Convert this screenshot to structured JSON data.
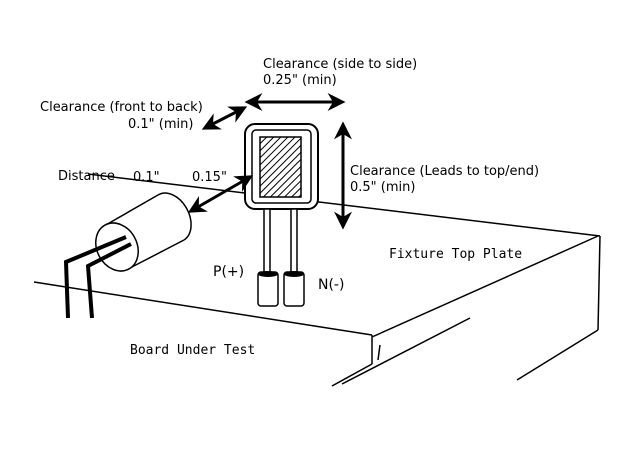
{
  "labels": {
    "clearance_side": "Clearance (side to side)",
    "clearance_side_value": "0.25\" (min)",
    "clearance_front": "Clearance (front to back)",
    "clearance_front_value": "0.1\" (min)",
    "clearance_leads": "Clearance (Leads to top/end)",
    "clearance_leads_value": "0.5\" (min)",
    "distance": "Distance",
    "distance_value_1": "0.1\"",
    "distance_value_2": "0.15\"",
    "positive_lead": "P(+)",
    "negative_lead": "N(-)",
    "fixture_top_plate": "Fixture Top Plate",
    "board_under_test": "Board Under Test"
  },
  "colors": {
    "ink": "#000000",
    "background": "#ffffff"
  }
}
